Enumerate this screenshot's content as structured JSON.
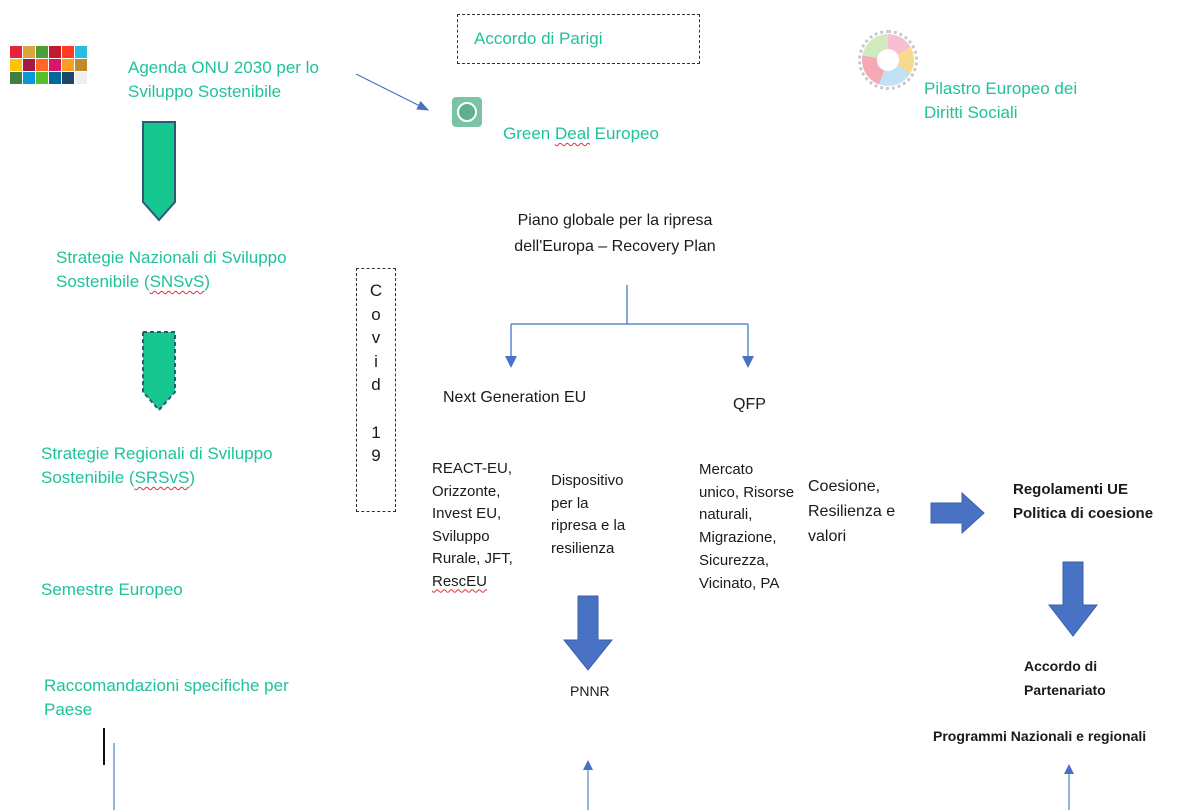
{
  "top": {
    "agenda": "Agenda ONU 2030 per lo Sviluppo Sostenibile",
    "parigi": "Accordo di Parigi",
    "green_deal_pre": "Green ",
    "green_deal_mid": "Deal",
    "green_deal_post": " Europeo",
    "pilastro": "Pilastro Europeo dei Diritti Sociali"
  },
  "left": {
    "snsvs_pre": "Strategie Nazionali di Sviluppo Sostenibile (",
    "snsvs_abbr": "SNSvS",
    "snsvs_post": ")",
    "srsvs_pre": "Strategie Regionali di Sviluppo Sostenibile (",
    "srsvs_abbr": "SRSvS",
    "srsvs_post": ")",
    "semestre": "Semestre Europeo",
    "raccomandazioni": "Raccomandazioni specifiche per Paese"
  },
  "covid": [
    "C",
    "o",
    "v",
    "i",
    "d",
    "",
    "1",
    "9"
  ],
  "center": {
    "piano": "Piano globale per la ripresa dell'Europa – Recovery Plan",
    "next_gen": "Next Generation EU",
    "qfp": "QFP",
    "react_pre": "REACT-EU, Orizzonte, Invest EU, Sviluppo Rurale, JFT, ",
    "react_squig": "RescEU",
    "dispositivo": "Dispositivo per la ripresa e la resilienza",
    "pnnr": "PNNR",
    "mercato": "Mercato unico, Risorse naturali, Migrazione, Sicurezza, Vicinato, PA",
    "coesione": "Coesione, Resilienza e valori"
  },
  "right": {
    "regolamenti": "Regolamenti UE Politica di coesione",
    "accordo": "Accordo di Partenariato",
    "programmi": "Programmi Nazionali e regionali"
  },
  "colors": {
    "teal_text": "#1fc29a",
    "arrow_blue": "#4a72c4",
    "line_blue": "#5b8bd0",
    "chevron_teal": "#16c88f",
    "chevron_border": "#2e5a76",
    "squiggle_red": "#e0303a"
  },
  "icons": [
    "sdg-goals-grid-icon",
    "green-deal-logo-icon",
    "social-rights-wheel-icon"
  ]
}
